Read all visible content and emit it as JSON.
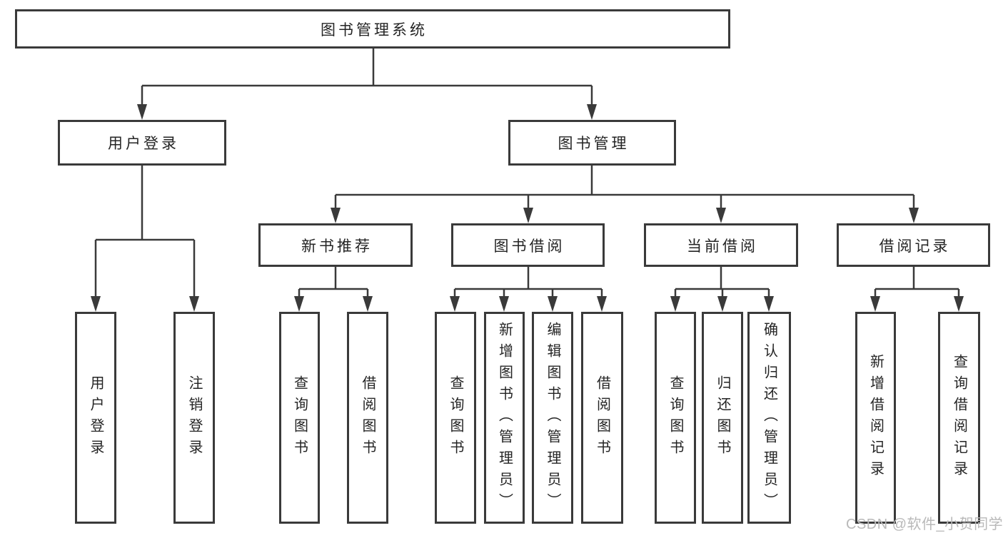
{
  "colors": {
    "line": "#3a3a3a",
    "box_border": "#3a3a3a",
    "text": "#242424",
    "watermark": "#b9b9b9",
    "background": "#ffffff"
  },
  "watermark": "CSDN @软件_小贺同学",
  "tree": {
    "root": "图书管理系统",
    "user_login": {
      "label": "用户登录",
      "children": {
        "login": "用户登录",
        "logout": "注销登录"
      }
    },
    "book_mgmt": {
      "label": "图书管理",
      "sections": {
        "new_book": {
          "label": "新书推荐",
          "children": {
            "query": "查询图书",
            "borrow": "借阅图书"
          }
        },
        "book_borrow": {
          "label": "图书借阅",
          "children": {
            "query": "查询图书",
            "add": "新增图书（管理员）",
            "edit": "编辑图书（管理员）",
            "borrow": "借阅图书"
          }
        },
        "current_borrow": {
          "label": "当前借阅",
          "children": {
            "query": "查询图书",
            "return": "归还图书",
            "confirm": "确认归还（管理员）"
          }
        },
        "records": {
          "label": "借阅记录",
          "children": {
            "add": "新增借阅记录",
            "query": "查询借阅记录"
          }
        }
      }
    }
  }
}
